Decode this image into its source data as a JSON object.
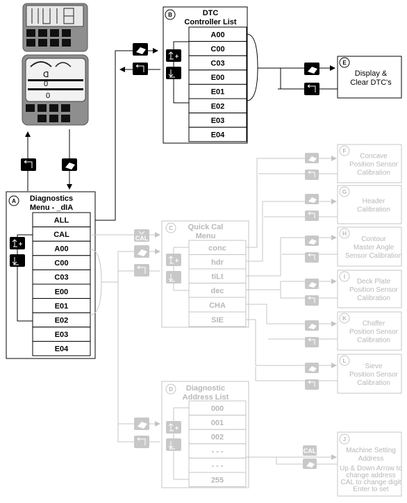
{
  "dtc_list": {
    "letter": "B",
    "title_line1": "DTC",
    "title_line2": "Controller List",
    "items": [
      "A00",
      "C00",
      "C03",
      "E00",
      "E01",
      "E02",
      "E03",
      "E04"
    ]
  },
  "display_clear": {
    "letter": "E",
    "line1": "Display &",
    "line2": "Clear DTC's"
  },
  "diagnostics_menu": {
    "letter": "A",
    "title_line1": "Diagnostics",
    "title_line2": "Menu  -  _dIA",
    "items": [
      "ALL",
      "CAL",
      "A00",
      "C00",
      "C03",
      "E00",
      "E01",
      "E02",
      "E03",
      "E04"
    ]
  },
  "quick_cal_menu": {
    "letter": "C",
    "title_line1": "Quick Cal",
    "title_line2": "Menu",
    "items": [
      "conc",
      "hdr",
      "tiLt",
      "dec",
      "CHA",
      "SIE"
    ]
  },
  "calibrations": [
    {
      "letter": "F",
      "lines": [
        "Concave",
        "Position Sensor",
        "Calibration"
      ]
    },
    {
      "letter": "G",
      "lines": [
        "Header",
        "Calibration"
      ]
    },
    {
      "letter": "H",
      "lines": [
        "Contour",
        "Master Angle",
        "Sensor Calibration"
      ]
    },
    {
      "letter": "I",
      "lines": [
        "Deck Plate",
        "Position Sensor",
        "Calibration"
      ]
    },
    {
      "letter": "K",
      "lines": [
        "Chaffer",
        "Position Sensor",
        "Calibration"
      ]
    },
    {
      "letter": "L",
      "lines": [
        "Sieve",
        "Position Sensor",
        "Calibration"
      ]
    }
  ],
  "diagnostic_address_list": {
    "letter": "D",
    "title_line1": "Diagnostic",
    "title_line2": "Address List",
    "items": [
      "000",
      "001",
      "002",
      "- - -",
      "- - -",
      "255"
    ]
  },
  "machine_setting": {
    "letter": "J",
    "line1": "Machine Setting",
    "line2": "Address",
    "help_line1": "Up & Down Arrow to",
    "help_line2": "change address",
    "help_line3": "CAL to change digit",
    "help_line4": "Enter to set"
  },
  "key_labels": {
    "cal": "CAL"
  },
  "colors": {
    "active": "#000000",
    "inactive": "#c4c4c4"
  }
}
